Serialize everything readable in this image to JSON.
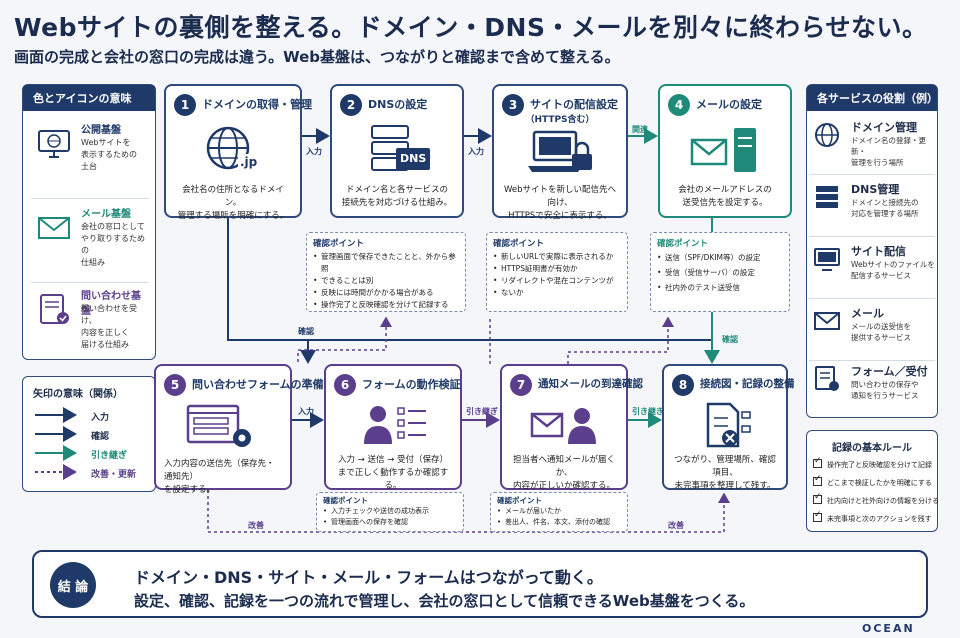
{
  "header": {
    "title": "Webサイトの裏側を整える。ドメイン・DNS・メールを別々に終わらせない。",
    "subtitle": "画面の完成と会社の窓口の完成は違う。Web基盤は、つながりと確認まで含めて整える。"
  },
  "legend_colors": {
    "title": "色とアイコンの意味",
    "items": [
      {
        "title": "公開基盤",
        "desc": [
          "Webサイトを",
          "表示するための",
          "土台"
        ],
        "icon": "monitor-globe-icon"
      },
      {
        "title": "メール基盤",
        "desc": [
          "会社の窓口として",
          "やり取りするための",
          "仕組み"
        ],
        "icon": "envelope-icon"
      },
      {
        "title": "問い合わせ基盤",
        "desc": [
          "問い合わせを受け、",
          "内容を正しく",
          "届ける仕組み"
        ],
        "icon": "form-check-icon"
      }
    ]
  },
  "legend_arrows": {
    "title": "矢印の意味（関係）",
    "items": [
      "入力",
      "確認",
      "引き継ぎ",
      "改善・更新"
    ]
  },
  "steps": [
    {
      "num": "1",
      "title": "ドメインの取得・管理",
      "desc": [
        "会社名の住所となるドメイン。",
        "管理する場所を明確にする。"
      ],
      "icon": "globe-jp-icon"
    },
    {
      "num": "2",
      "title": "DNSの設定",
      "desc": [
        "ドメイン名と各サービスの",
        "接続先を対応づける仕組み。"
      ],
      "icon": "dns-server-icon",
      "badge": "DNS"
    },
    {
      "num": "3",
      "title": "サイトの配信設定",
      "subtitle": "（HTTPS含む）",
      "desc": [
        "Webサイトを新しい配信先へ向け、",
        "HTTPSで安全に表示する。"
      ],
      "icon": "laptop-lock-icon"
    },
    {
      "num": "4",
      "title": "メールの設定",
      "desc": [
        "会社のメールアドレスの",
        "送受信先を設定する。"
      ],
      "icon": "mail-server-icon"
    },
    {
      "num": "5",
      "title": "問い合わせフォームの準備",
      "desc": [
        "入力内容の送信先（保存先・通知先）",
        "を設定する。"
      ],
      "icon": "form-gear-icon"
    },
    {
      "num": "6",
      "title": "フォームの動作検証",
      "desc": [
        "入力 → 送信 → 受付（保存）",
        "まで正しく動作するか確認する。"
      ],
      "icon": "user-checklist-icon"
    },
    {
      "num": "7",
      "title": "通知メールの到達確認",
      "desc": [
        "担当者へ通知メールが届くか、",
        "内容が正しいか確認する。"
      ],
      "icon": "mail-user-icon"
    },
    {
      "num": "8",
      "title": "接続図・記録の整備",
      "desc": [
        "つながり、管理場所、確認項目、",
        "未完事項を整理して残す。"
      ],
      "icon": "diagram-doc-icon"
    }
  ],
  "checks": {
    "c2": {
      "title": "確認ポイント",
      "items": [
        "管理画面で保存できたことと、外から参照",
        "できることは別",
        "反映には時間がかかる場合がある",
        "操作完了と反映確認を分けて記録する"
      ]
    },
    "c3": {
      "title": "確認ポイント",
      "items": [
        "新しいURLで実際に表示されるか",
        "HTTPS証明書が有効か",
        "リダイレクトや混在コンテンツが",
        "ないか"
      ]
    },
    "c4": {
      "title": "確認ポイント",
      "items": [
        "送信（SPF/DKIM等）の設定",
        "受信（受信サーバ）の設定",
        "社内外のテスト送受信"
      ]
    },
    "c6": {
      "title": "確認ポイント",
      "items": [
        "入力チェックや送信の成功表示",
        "管理画面への保存を確認"
      ]
    },
    "c7": {
      "title": "確認ポイント",
      "items": [
        "メールが届いたか",
        "差出人、件名、本文、添付の確認"
      ]
    }
  },
  "arrow_labels": {
    "a12": "入力",
    "a23": "入力",
    "a34": "関連",
    "confirm_mid": "確認",
    "confirm_right": "確認",
    "a56": "入力",
    "a67": "引き継ぎ",
    "a78": "引き継ぎ",
    "improve_left": "改善",
    "improve_right": "改善"
  },
  "services": {
    "title": "各サービスの役割（例）",
    "items": [
      {
        "title": "ドメイン管理",
        "desc": [
          "ドメイン名の登録・更新・",
          "管理を行う場所"
        ],
        "icon": "globe-icon"
      },
      {
        "title": "DNS管理",
        "desc": [
          "ドメインと接続先の",
          "対応を管理する場所"
        ],
        "icon": "server-icon"
      },
      {
        "title": "サイト配信",
        "desc": [
          "Webサイトのファイルを",
          "配信するサービス"
        ],
        "icon": "monitor-icon"
      },
      {
        "title": "メール",
        "desc": [
          "メールの送受信を",
          "提供するサービス"
        ],
        "icon": "envelope-icon"
      },
      {
        "title": "フォーム／受付",
        "desc": [
          "問い合わせの保存や",
          "通知を行うサービス"
        ],
        "icon": "form-icon"
      }
    ]
  },
  "rules": {
    "title": "記録の基本ルール",
    "items": [
      "操作完了と反映確認を分けて記録",
      "どこまで検証したかを明確にする",
      "社内向けと社外向けの情報を分ける",
      "未完事項と次のアクションを残す"
    ]
  },
  "conclusion": {
    "badge": "結 論",
    "line1": "ドメイン・DNS・サイト・メール・フォームはつながって動く。",
    "line2": "設定、確認、記録を一つの流れで管理し、会社の窓口として信頼できるWeb基盤をつくる。"
  },
  "brand": "OCEAN",
  "colors": {
    "navy": "#1f3a68",
    "blue": "#2f4b7c",
    "teal": "#1f8a7a",
    "purple": "#5b3f8c"
  }
}
